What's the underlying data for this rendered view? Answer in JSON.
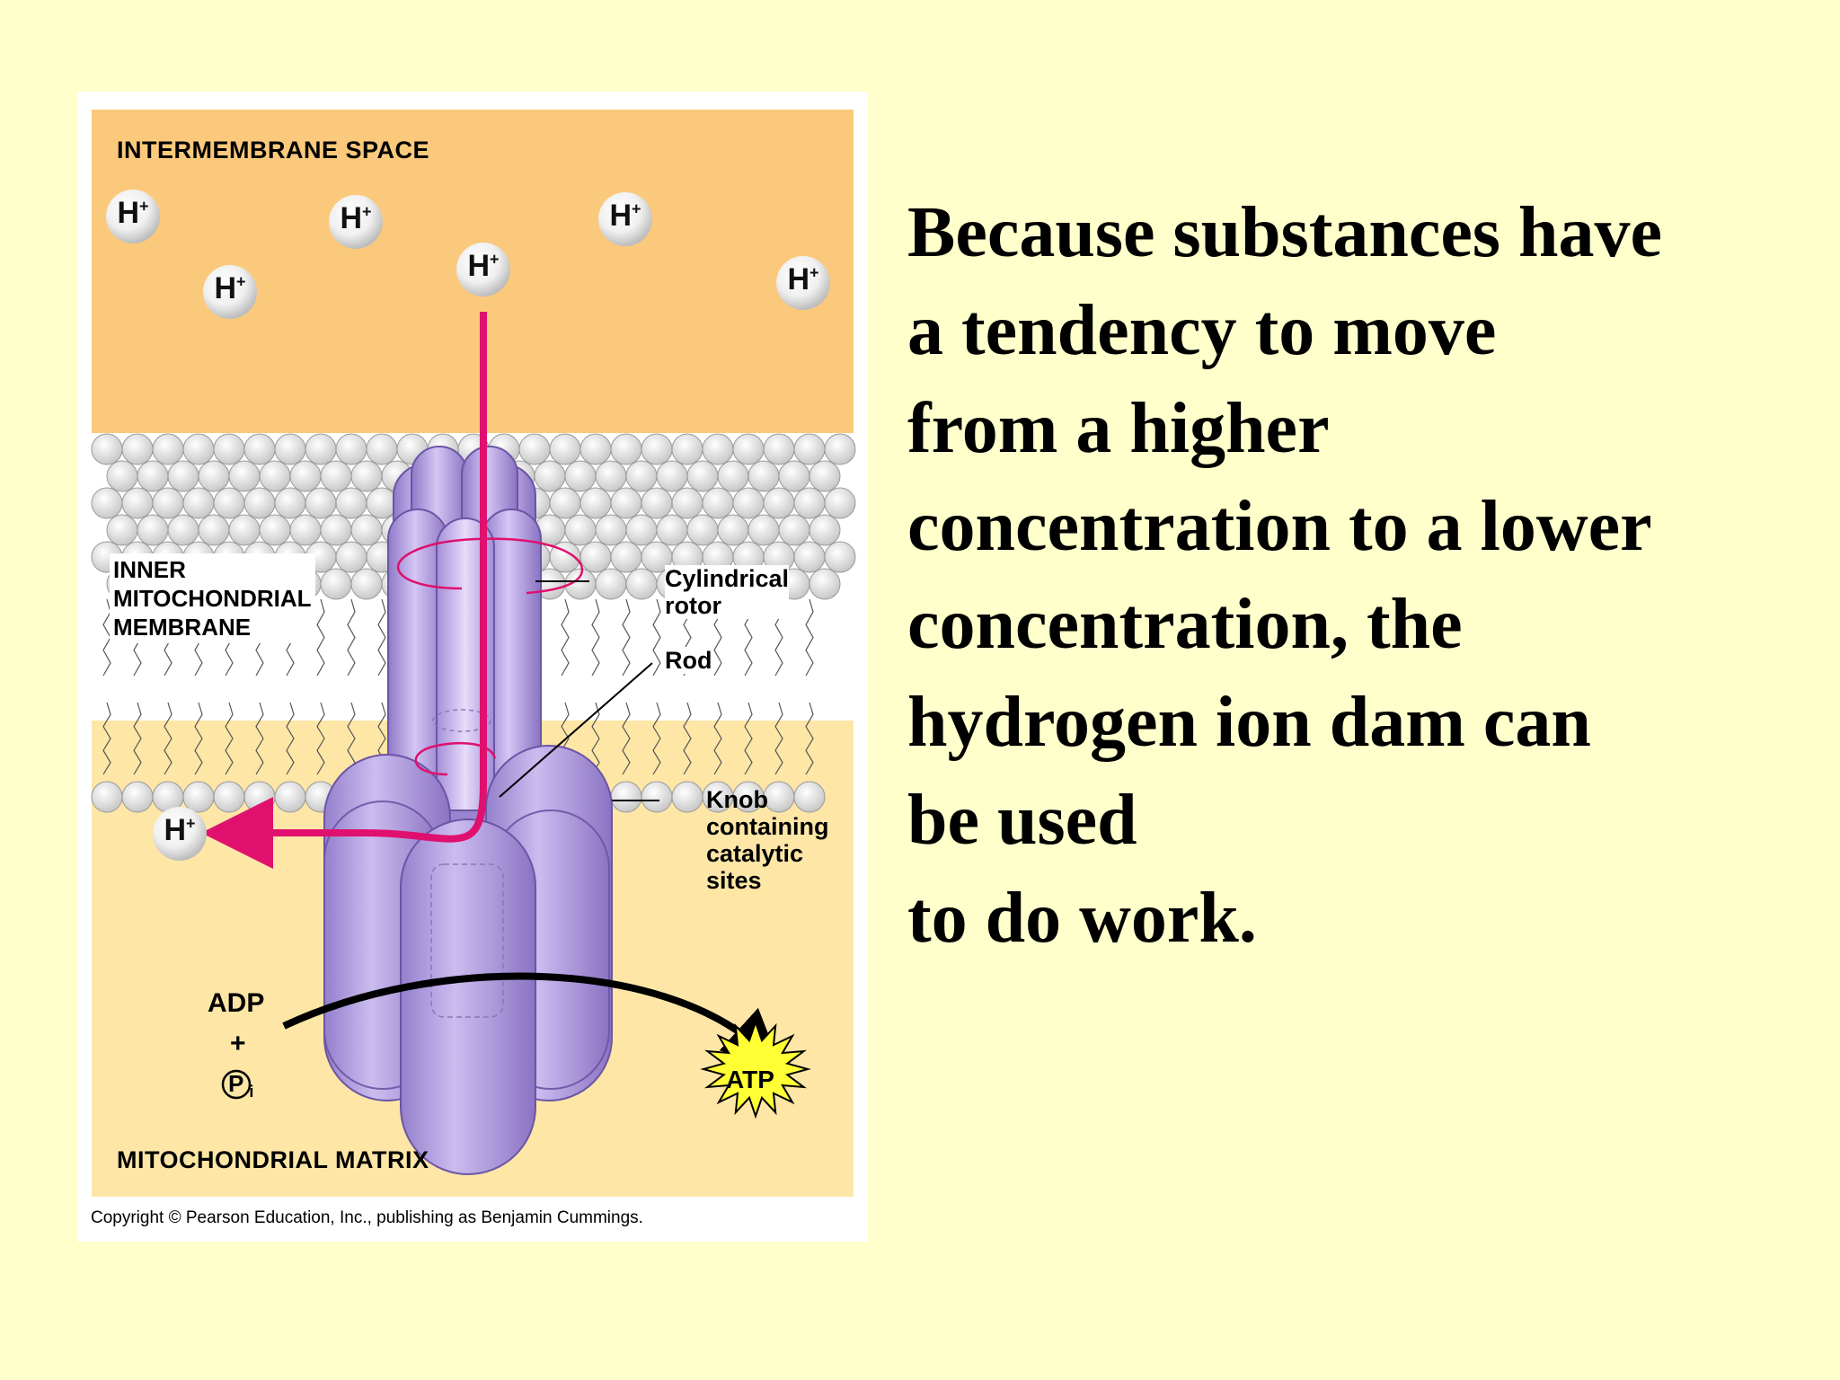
{
  "slide": {
    "background": "#ffffcc",
    "body_lines": [
      "Because substances have",
      "a tendency to move",
      "from a higher",
      "concentration to a lower",
      "concentration, the",
      "hydrogen ion dam can",
      "be used",
      "to do work."
    ]
  },
  "figure": {
    "region_top": "INTERMEMBRANE SPACE",
    "region_membrane": "INNER\nMITOCHONDRIAL\nMEMBRANE",
    "region_bottom": "MITOCHONDRIAL MATRIX",
    "ion_label": "H",
    "ion_charge": "+",
    "callouts": {
      "rotor": "Cylindrical\nrotor",
      "rod": "Rod",
      "knob": "Knob\ncontaining\ncatalytic\nsites"
    },
    "reactants": {
      "adp": "ADP",
      "plus": "+",
      "phosphate": "P",
      "phosphate_sub": "i"
    },
    "product": "ATP",
    "copyright": "Copyright © Pearson Education, Inc., publishing as Benjamin Cummings.",
    "colors": {
      "intermembrane": "#fbc97b",
      "matrix": "#fde6a6",
      "protein": "#b49ee0",
      "proton_arrow": "#e0106e",
      "atp_star": "#ffff33"
    }
  }
}
